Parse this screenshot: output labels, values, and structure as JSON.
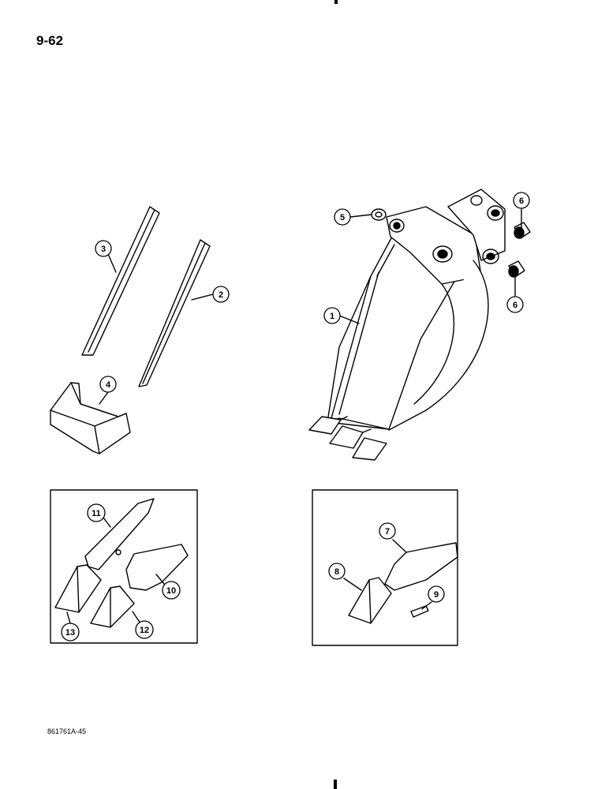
{
  "page_number": "9-62",
  "drawing_code": "861761A-45",
  "callouts": {
    "c1": "1",
    "c2": "2",
    "c3": "3",
    "c4": "4",
    "c5": "5",
    "c6a": "6",
    "c6b": "6",
    "c7": "7",
    "c8": "8",
    "c9": "9",
    "c10": "10",
    "c11": "11",
    "c12": "12",
    "c13": "13"
  },
  "colors": {
    "ink": "#000000",
    "paper": "#ffffff"
  }
}
